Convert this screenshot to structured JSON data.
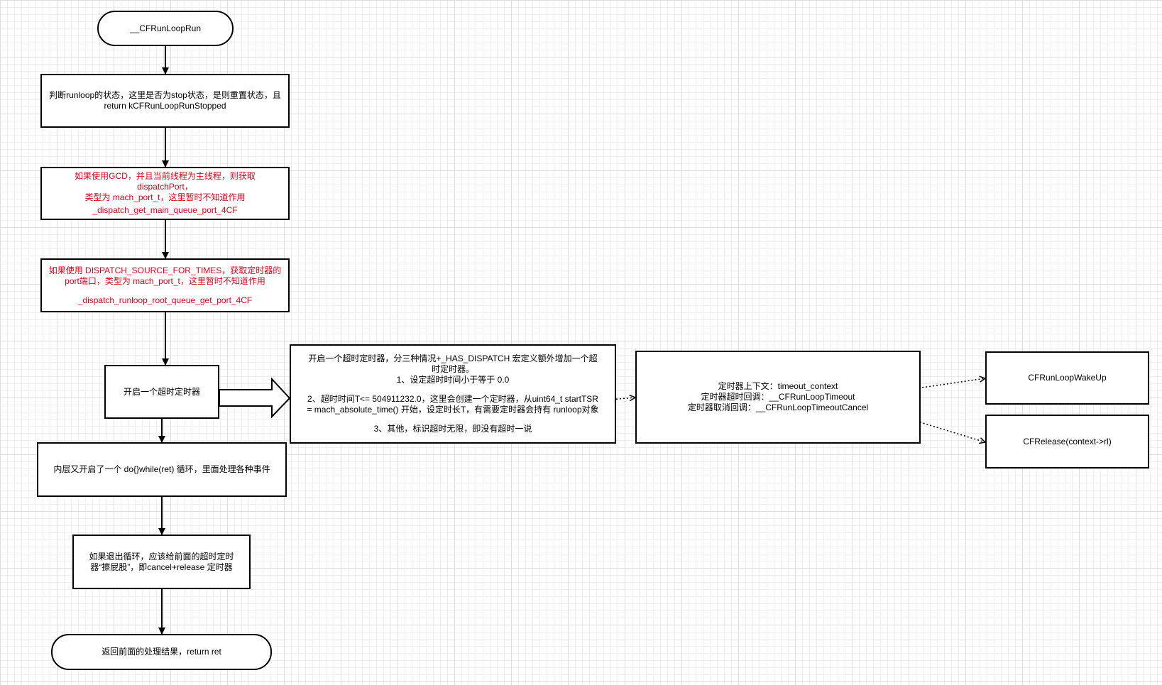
{
  "diagram": {
    "nodes": {
      "start": {
        "lines": [
          "__CFRunLoopRun"
        ]
      },
      "check_state": {
        "lines": [
          "判断runloop的状态，这里是否为stop状态，是则重置状态，且",
          "return kCFRunLoopRunStopped"
        ]
      },
      "gcd_port": {
        "lines": [
          "如果使用GCD，并且当前线程为主线程，则获取 dispatchPort，",
          "类型为 mach_port_t，这里暂时不知道作用",
          "",
          "_dispatch_get_main_queue_port_4CF"
        ],
        "color": "#e0001b"
      },
      "timer_port": {
        "lines": [
          "如果使用 DISPATCH_SOURCE_FOR_TIMES，获取定时器的",
          "port端口，类型为 mach_port_t，这里暂时不知道作用",
          "",
          "_dispatch_runloop_root_queue_get_port_4CF"
        ],
        "color": "#e0001b"
      },
      "start_timer": {
        "lines": [
          "开启一个超时定时器"
        ]
      },
      "timer_detail": {
        "lines": [
          "开启一个超时定时器，分三种情况+_HAS_DISPATCH 宏定义额外增加一个超",
          "时定时器。",
          "1、设定超时时间小于等于 0.0",
          "",
          "2、超时时间T<= 504911232.0，这里会创建一个定时器，从uint64_t startTSR",
          "= mach_absolute_time() 开始，设定时长T，有需要定时器会持有 runloop对象",
          "",
          "3、其他，标识超时无限，即没有超时一说"
        ]
      },
      "timer_context": {
        "lines": [
          "定时器上下文：timeout_context",
          "定时器超时回调：__CFRunLoopTimeout",
          "定时器取消回调：__CFRunLoopTimeoutCancel"
        ]
      },
      "wakeup": {
        "lines": [
          "CFRunLoopWakeUp"
        ]
      },
      "release": {
        "lines": [
          "CFRelease(context->rl)"
        ]
      },
      "inner_loop": {
        "lines": [
          "内层又开启了一个 do{}while(ret) 循环，里面处理各种事件"
        ]
      },
      "exit_loop": {
        "lines": [
          "如果退出循环，应该给前面的超时定时",
          "器“擦屁股”，即cancel+release 定时器"
        ]
      },
      "end": {
        "lines": [
          "返回前面的处理结果，return ret"
        ]
      }
    },
    "colors": {
      "line": "#000000",
      "highlight_text": "#e0001b",
      "grid": "#dcdcdc"
    }
  }
}
